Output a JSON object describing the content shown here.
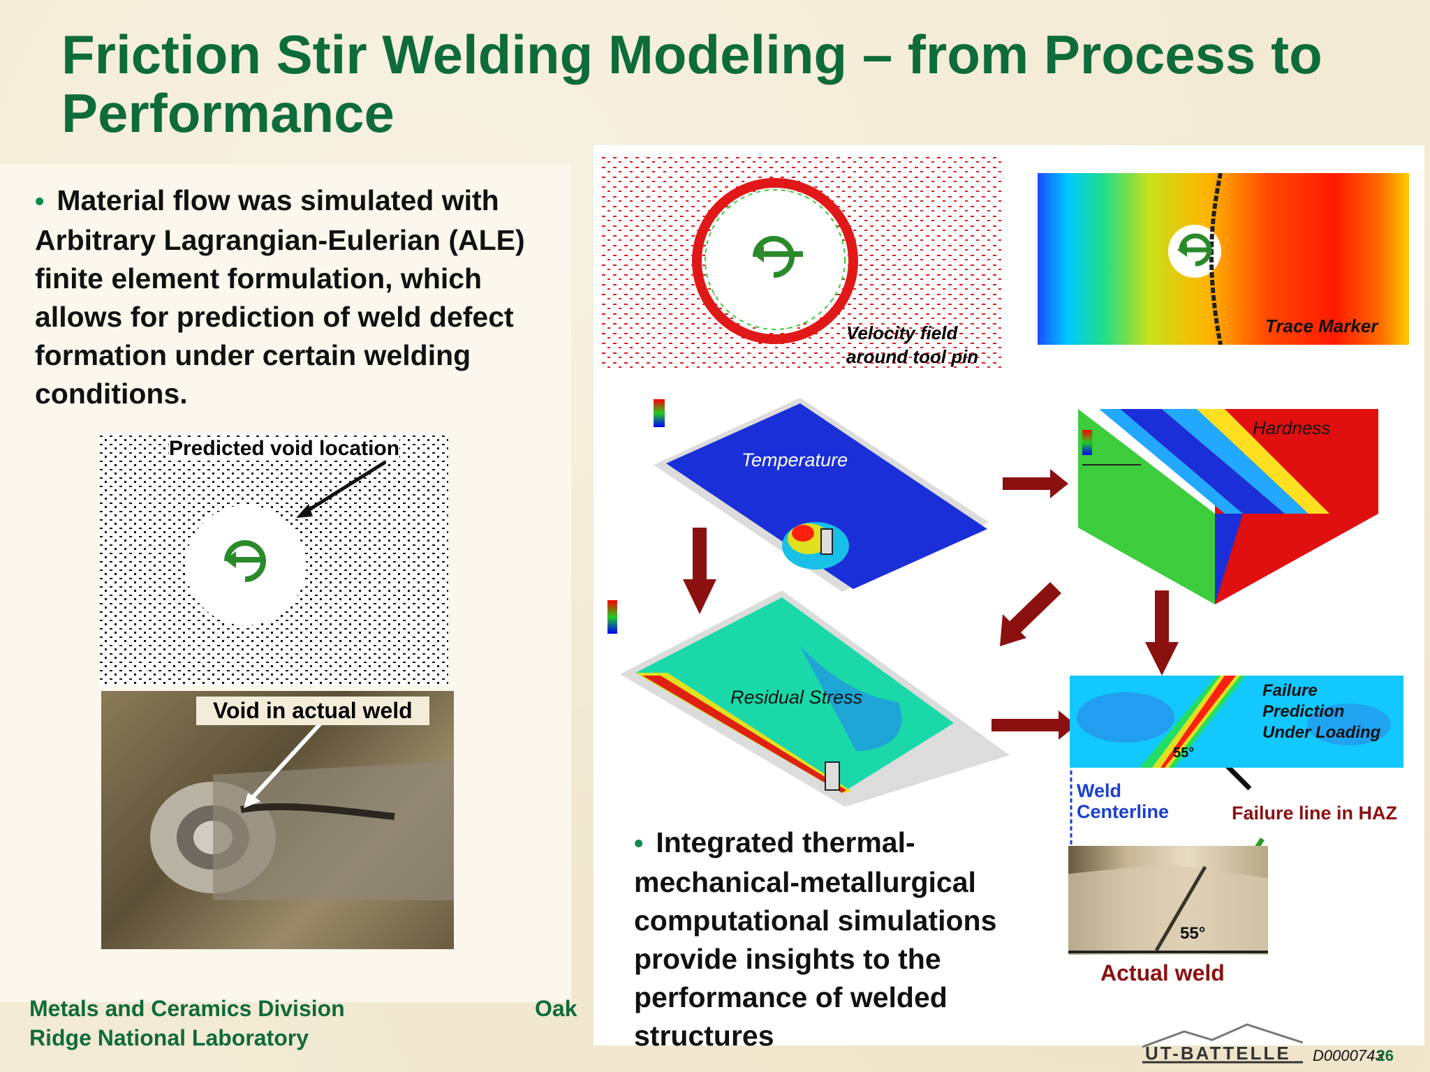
{
  "title": "Friction Stir Welding Modeling – from Process to Performance",
  "left_bullet": "Material flow was simulated with Arbitrary Lagrangian-Eulerian (ALE) finite element formulation, which allows for prediction of weld defect formation under certain welding conditions.",
  "right_bullet": "Integrated thermal-mechanical-metallurgical computational simulations provide insights to the performance of welded structures",
  "labels": {
    "predicted_void": "Predicted void location",
    "void_actual": "Void in actual weld",
    "velocity_field_1": "Velocity field",
    "velocity_field_2": "around tool pin",
    "trace_marker": "Trace Marker",
    "temperature": "Temperature",
    "hardness": "Hardness",
    "residual_stress": "Residual Stress",
    "failure_1": "Failure",
    "failure_2": "Prediction",
    "failure_3": "Under Loading",
    "angle_top": "55°",
    "weld_1": "Weld",
    "weld_2": "Centerline",
    "failure_line": "Failure line in HAZ",
    "angle_bottom": "55°",
    "actual_weld": "Actual weld"
  },
  "footer": {
    "line1": "Metals and Ceramics Division",
    "oak": "Oak",
    "line2": "Ridge National Laboratory"
  },
  "logo_text": "UT-BATTELLE",
  "doc_id": "D0000743",
  "slide_number": "26",
  "colors": {
    "title_green": "#0e6b3a",
    "arrow_red": "#8b1010",
    "failure_red": "#8b1010",
    "weld_blue": "#1a3fd0"
  }
}
